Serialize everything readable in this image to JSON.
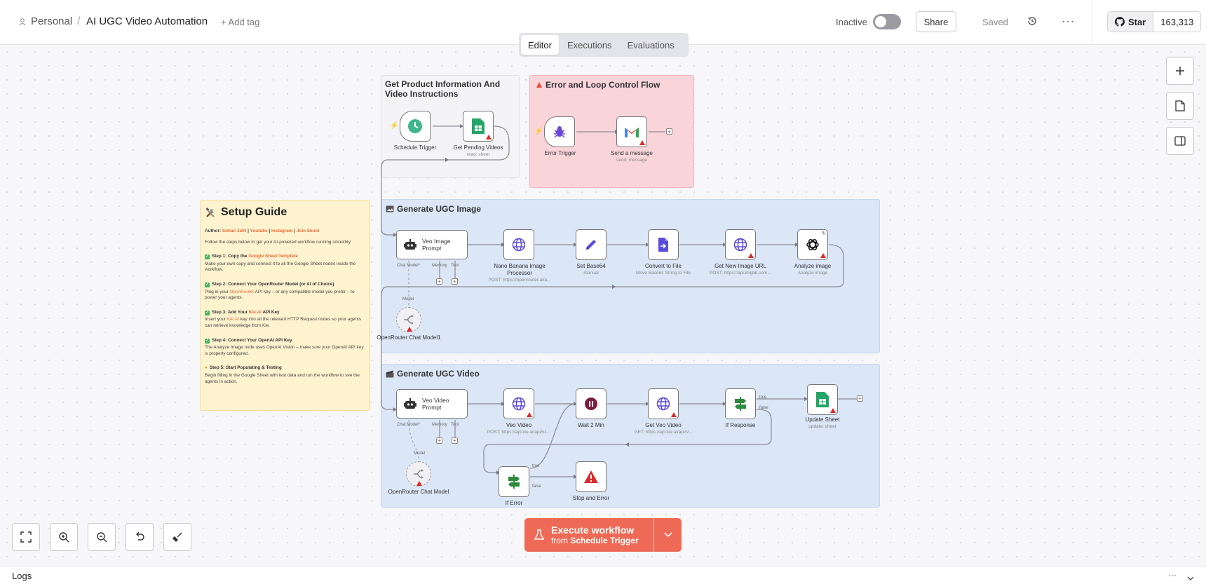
{
  "header": {
    "breadcrumb_personal": "Personal",
    "breadcrumb_sep": "/",
    "workflow_title": "AI UGC Video Automation",
    "add_tag": "+ Add tag",
    "status_label": "Inactive",
    "share": "Share",
    "saved": "Saved",
    "more": "···",
    "github_star": "Star",
    "github_count": "163,313"
  },
  "tabs": [
    "Editor",
    "Executions",
    "Evaluations"
  ],
  "active_tab": "Editor",
  "groups": {
    "product": "Get Product Information And Video Instructions",
    "error": "Error and Loop Control Flow",
    "image": "Generate UGC Image",
    "video": "Generate UGC Video"
  },
  "nodes": {
    "schedule_trigger": "Schedule Trigger",
    "get_pending_videos": "Get Pending Videos",
    "get_pending_videos_sub": "read: sheet",
    "error_trigger": "Error Trigger",
    "send_message": "Send a message",
    "send_message_sub": "send: message",
    "veo_image_prompt": "Veo Image Prompt",
    "nano_banana": "Nano Banana Image Processor",
    "nano_banana_sub": "POST: https://openrouter.ai/a...",
    "set_base64": "Set Base64",
    "set_base64_sub": "manual",
    "convert_to_file": "Convert to File",
    "convert_to_file_sub": "Move Base64 String to File",
    "get_new_image_url": "Get New Image URL",
    "get_new_image_url_sub": "POST: https://api.imgbb.com...",
    "analyze_image": "Analyze image",
    "analyze_image_sub": "Analyze image",
    "openrouter_model_1": "OpenRouter Chat Model1",
    "veo_video_prompt": "Veo Video Prompt",
    "veo_video": "Veo Video",
    "veo_video_sub": "POST: https://api.kie.ai/api/v1...",
    "wait_2_min": "Wait 2 Min",
    "get_veo_video": "Get Veo Video",
    "get_veo_video_sub": "GET: https://api.kie.ai/api/V...",
    "if_response": "If Response",
    "update_sheet": "Update Sheet",
    "update_sheet_sub": "update: sheet",
    "openrouter_model": "OpenRouter Chat Model",
    "if_error": "If Error",
    "stop_and_error": "Stop and Error"
  },
  "ports": {
    "chat_model": "Chat Model*",
    "memory": "Memory",
    "tool": "Tool",
    "model": "Model",
    "true": "true",
    "false": "false"
  },
  "guide": {
    "title": "Setup Guide",
    "author_prefix": "Author:",
    "author": "Sohail Jafri",
    "author_links": [
      "Youtube",
      "Instagram",
      "Join Skool"
    ],
    "intro": "Follow the steps below to get your AI-powered workflow running smoothly:",
    "step1_title": "Step 1: Copy the ",
    "step1_link": "Google Sheet Template",
    "step1_body": "Make your own copy and connect it to all the Google Sheet nodes inside the workflow.",
    "step2_title": "Step 2: Connect Your OpenRouter Model (or AI of Choice)",
    "step2_body_a": "Plug in your ",
    "step2_link": "OpenRouter",
    "step2_body_b": " API key – or any compatible model you prefer – to power your agents.",
    "step3_title_a": "Step 3: Add Your ",
    "step3_link": "Kie.AI",
    "step3_title_b": " API Key",
    "step3_body_a": "Insert your ",
    "step3_link2": "Kie.AI",
    "step3_body_b": " key into all the relevant HTTP Request nodes so your agents can retrieve knowledge from Kie.",
    "step4_title": "Step 4: Connect Your OpenAI API Key",
    "step4_body": "The Analyze Image node uses OpenAI Vision – make sure your OpenAI API key is properly configured.",
    "step5_title": "Step 5: Start Populating & Testing",
    "step5_body": "Begin filling in the Google Sheet with test data and run the workflow to see the agents in action."
  },
  "execute": {
    "line1": "Execute workflow",
    "line2_prefix": "from",
    "line2_node": "Schedule Trigger"
  },
  "logs": {
    "label": "Logs",
    "more": "···"
  },
  "colors": {
    "accent": "#ef6a56",
    "group_blue": "#dbe6f6",
    "group_red": "#f9d5da",
    "group_gray": "#f4f4f6",
    "note_yellow": "#fdf3cf",
    "warning": "#d92b2b"
  }
}
